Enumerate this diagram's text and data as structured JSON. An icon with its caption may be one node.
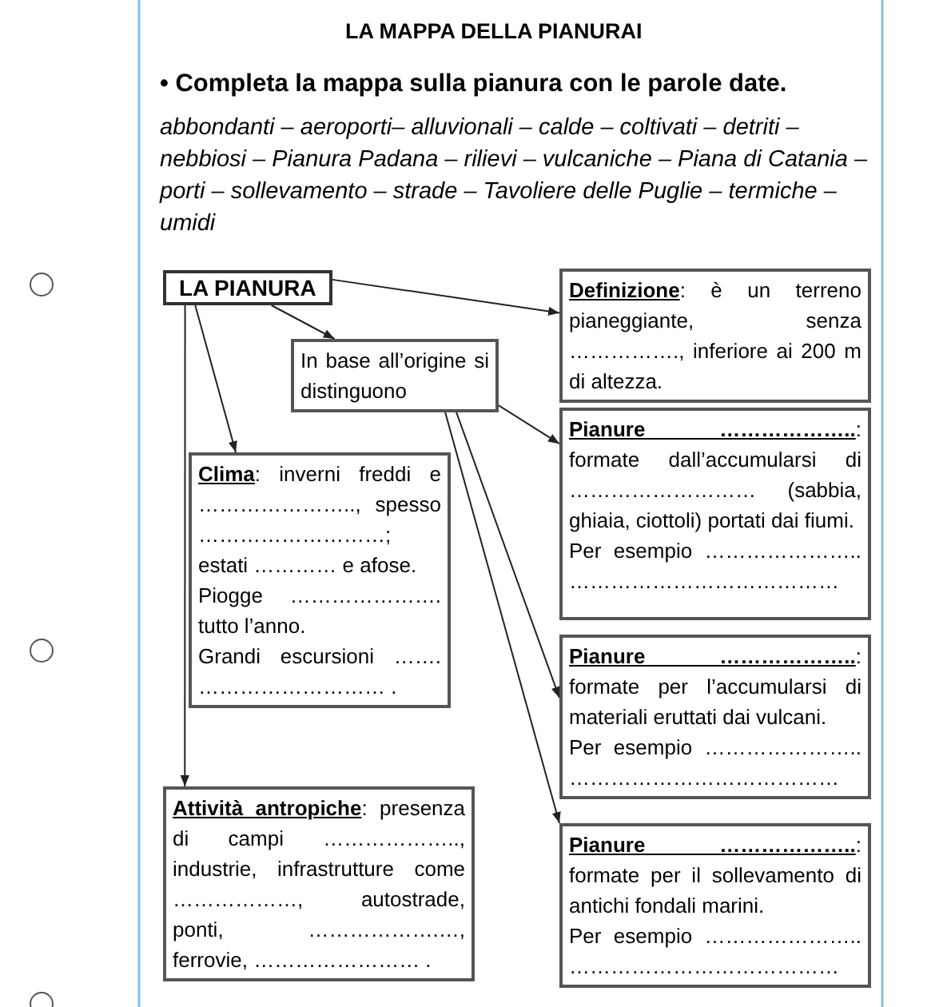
{
  "diagram": {
    "title": "LA MAPPA DELLA PIANURAI",
    "nodes": [
      {
        "text": [
          "LA PIANURA"
        ]
      },
      {
        "text": [
          "In base all’origine si distinguono"
        ]
      },
      {
        "text": [
          "**Definizione**: è un terreno pianeggiante, senza ……………., inferiore ai 200 m di altezza."
        ]
      },
      {
        "text": [
          "**Clima**: inverni freddi e ………………….., spesso ………………………; estati ………… e afose.",
          "Piogge …………………. tutto l’anno.",
          "Grandi escursioni ……. ……………………… ."
        ]
      },
      {
        "text": [
          "**Pianure ………………..**: formate dall’accumularsi di ……………………… (sabbia, ghiaia, ciottoli) portati dai fiumi.",
          "Per esempio ………………….. …………………………………"
        ]
      },
      {
        "text": [
          "**Pianure ………………..**: formate per l’accumularsi di materiali eruttati dai vulcani.",
          "Per esempio ………………….. …………………………………"
        ]
      },
      {
        "text": [
          "**Pianure ………………..**: formate per il sollevamento di antichi fondali marini.",
          "Per esempio ………………….. …………………………………"
        ]
      },
      {
        "text": [
          "**Attività antropiche**: presenza di campi ……………….., industrie, infrastrutture come ………………, autostrade, ponti, ……………….…, ferrovie, …………………… ."
        ]
      }
    ],
    "edges": [
      {
        "from": 0,
        "to": 2,
        "arrow": "to"
      },
      {
        "from": 0,
        "to": 1,
        "arrow": "to"
      },
      {
        "from": 0,
        "to": 3,
        "arrow": "to"
      },
      {
        "from": 0,
        "to": 7,
        "arrow": "to"
      },
      {
        "from": 1,
        "to": 4,
        "arrow": "to"
      },
      {
        "from": 1,
        "to": 5,
        "arrow": "to"
      },
      {
        "from": 1,
        "to": 6,
        "arrow": "to"
      }
    ],
    "labels": [
      "• Completa la mappa sulla pianura con le parole date.",
      "abbondanti – aeroporti– alluvionali – calde – coltivati – detriti – nebbiosi – Pianura Padana – rilievi – vulcaniche – Piana di Catania – porti – sollevamento – strade – Tavoliere delle Puglie – termiche – umidi"
    ]
  }
}
